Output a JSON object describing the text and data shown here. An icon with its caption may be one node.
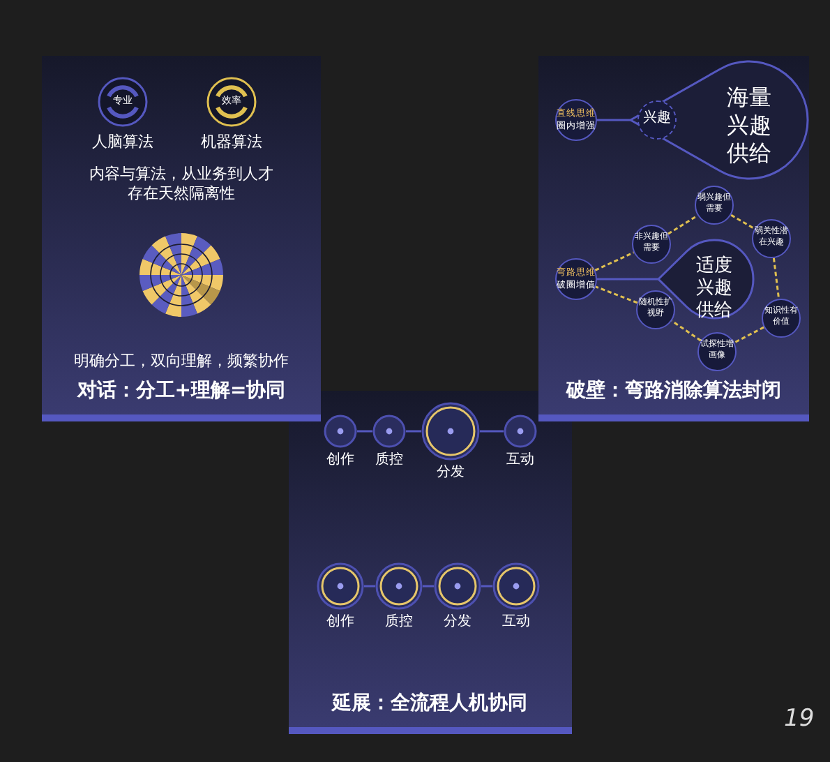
{
  "diagram": {
    "nodes": [
      {
        "text": [
          "内容与算法，从业务到人才存在天然隔离性",
          "明确分工，双向理解，频繁协作",
          "对话：分工+理解=协同"
        ]
      },
      {
        "text": [
          "专业",
          "人脑算法"
        ],
        "in": 0
      },
      {
        "text": [
          "效率",
          "机器算法"
        ],
        "in": 0
      },
      {
        "text": [
          "破壁：弯路消除算法封闭"
        ]
      },
      {
        "text": [
          "直线思维",
          "圈内增强"
        ],
        "in": 3
      },
      {
        "text": [
          "兴趣"
        ],
        "in": 6
      },
      {
        "text": [
          "海量兴趣供给"
        ],
        "in": 3
      },
      {
        "text": [
          "弯路思维",
          "破圈增值"
        ],
        "in": 3
      },
      {
        "text": [
          "弱兴趣但需要"
        ],
        "in": 3
      },
      {
        "text": [
          "非兴趣但需要"
        ],
        "in": 3
      },
      {
        "text": [
          "弱关性潜在兴趣"
        ],
        "in": 3
      },
      {
        "text": [
          "适度兴趣供给"
        ],
        "in": 3
      },
      {
        "text": [
          "知识性有价值"
        ],
        "in": 3
      },
      {
        "text": [
          "随机性扩视野"
        ],
        "in": 3
      },
      {
        "text": [
          "试探性增画像"
        ],
        "in": 3
      },
      {
        "text": [
          "延展：全流程人机协同"
        ]
      },
      {
        "text": [
          "创作"
        ],
        "in": 15
      },
      {
        "text": [
          "质控"
        ],
        "in": 15
      },
      {
        "text": [
          "分发"
        ],
        "in": 15
      },
      {
        "text": [
          "互动"
        ],
        "in": 15
      },
      {
        "text": [
          "创作"
        ],
        "in": 15
      },
      {
        "text": [
          "质控"
        ],
        "in": 15
      },
      {
        "text": [
          "分发"
        ],
        "in": 15
      },
      {
        "text": [
          "互动"
        ],
        "in": 15
      }
    ],
    "edges": [
      {
        "from": 4,
        "to": 5,
        "arrow": "none"
      },
      {
        "from": 7,
        "to": 11,
        "arrow": "none"
      },
      {
        "from": 7,
        "to": 9,
        "arrow": "none",
        "style": "dashed",
        "color": "#e0c050"
      },
      {
        "from": 9,
        "to": 8,
        "arrow": "none",
        "style": "dashed",
        "color": "#e0c050"
      },
      {
        "from": 8,
        "to": 10,
        "arrow": "none",
        "style": "dashed",
        "color": "#e0c050"
      },
      {
        "from": 10,
        "to": 12,
        "arrow": "none",
        "style": "dashed",
        "color": "#e0c050"
      },
      {
        "from": 12,
        "to": 14,
        "arrow": "none",
        "style": "dashed",
        "color": "#e0c050"
      },
      {
        "from": 14,
        "to": 13,
        "arrow": "none",
        "style": "dashed",
        "color": "#e0c050"
      },
      {
        "from": 13,
        "to": 7,
        "arrow": "none",
        "style": "dashed",
        "color": "#e0c050"
      },
      {
        "from": 16,
        "to": 17,
        "arrow": "none"
      },
      {
        "from": 17,
        "to": 18,
        "arrow": "none"
      },
      {
        "from": 18,
        "to": 19,
        "arrow": "none"
      },
      {
        "from": 20,
        "to": 21,
        "arrow": "none"
      },
      {
        "from": 21,
        "to": 22,
        "arrow": "none"
      },
      {
        "from": 22,
        "to": 23,
        "arrow": "none"
      }
    ],
    "labels": [
      "19"
    ]
  }
}
